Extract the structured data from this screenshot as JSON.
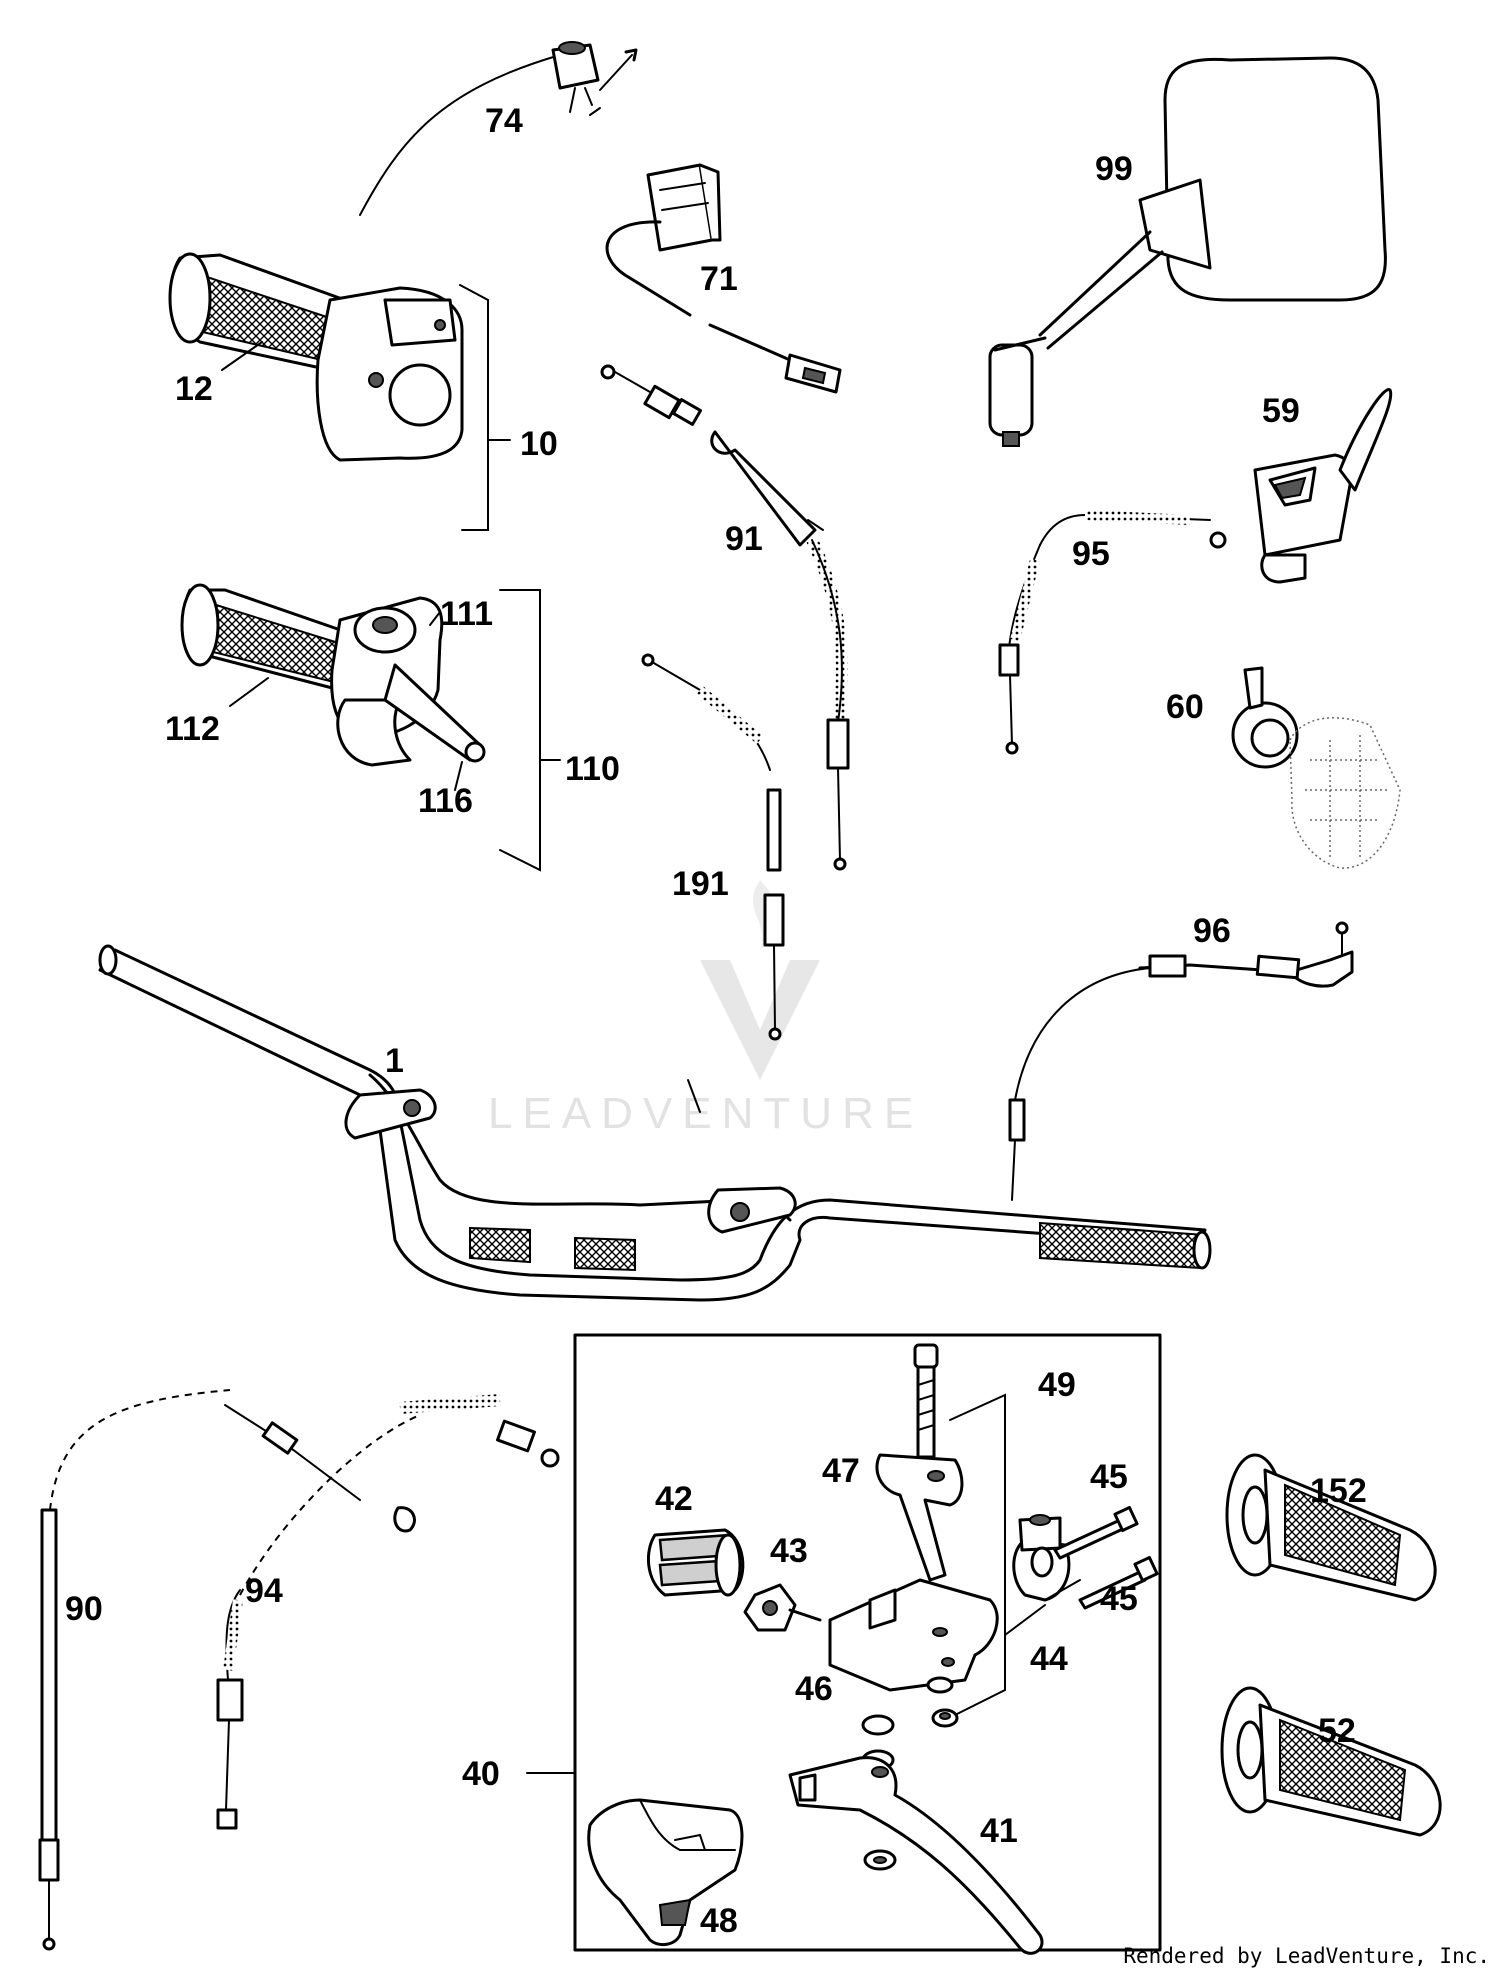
{
  "watermark": {
    "brand": "LEADVENTURE"
  },
  "footer": {
    "credit": "Rendered by LeadVenture, Inc."
  },
  "parts": {
    "p1": "1",
    "p10": "10",
    "p12": "12",
    "p40": "40",
    "p41": "41",
    "p42": "42",
    "p43": "43",
    "p44": "44",
    "p45a": "45",
    "p45b": "45",
    "p46": "46",
    "p47": "47",
    "p48": "48",
    "p49": "49",
    "p52": "52",
    "p59": "59",
    "p60": "60",
    "p71": "71",
    "p74": "74",
    "p90": "90",
    "p91": "91",
    "p94": "94",
    "p95": "95",
    "p96": "96",
    "p99": "99",
    "p110": "110",
    "p111": "111",
    "p112": "112",
    "p116": "116",
    "p152": "152",
    "p191": "191"
  }
}
